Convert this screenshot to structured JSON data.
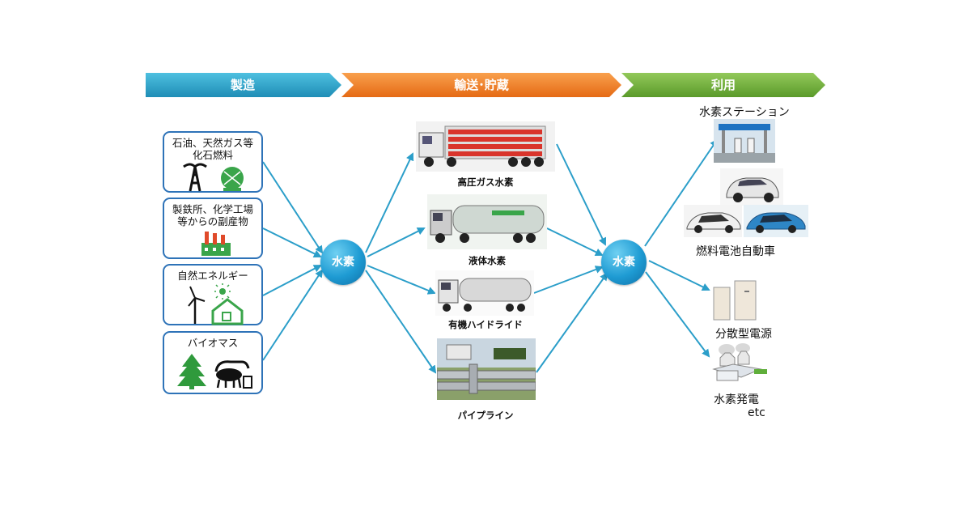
{
  "stages": {
    "production": "製造",
    "transport": "輸送･貯蔵",
    "use": "利用"
  },
  "sources": [
    {
      "line1": "石油、天然ガス等",
      "line2": "化石燃料",
      "icon": "oil-rig-and-gas-tank-icon"
    },
    {
      "line1": "製鉄所、化学工場",
      "line2": "等からの副産物",
      "icon": "factory-icon"
    },
    {
      "line1": "自然エネルギー",
      "line2": "",
      "icon": "wind-solar-house-icon"
    },
    {
      "line1": "バイオマス",
      "line2": "",
      "icon": "tree-and-livestock-icon"
    }
  ],
  "hubs": {
    "left": "水素",
    "right": "水素"
  },
  "transport": [
    {
      "label": "高圧ガス水素",
      "icon": "tube-trailer-truck-image"
    },
    {
      "label": "液体水素",
      "icon": "tanker-truck-image"
    },
    {
      "label": "有機ハイドライド",
      "icon": "tank-lorry-image"
    },
    {
      "label": "パイプライン",
      "icon": "pipeline-image"
    }
  ],
  "uses": [
    {
      "label": "水素ステーション",
      "icon": "hydrogen-station-image"
    },
    {
      "label": "燃料電池自動車",
      "icon": "fuel-cell-car-image"
    },
    {
      "label": "分散型電源",
      "icon": "fuel-cell-unit-image"
    },
    {
      "label": "水素発電",
      "icon": "power-plant-image"
    }
  ],
  "etc": "etc",
  "colors": {
    "production": "#2e9fc4",
    "transport": "#ee7a26",
    "use": "#6fae3a",
    "arrow": "#2b9ec9",
    "box_border": "#2e73b8",
    "icon_green": "#2f9a3c"
  }
}
